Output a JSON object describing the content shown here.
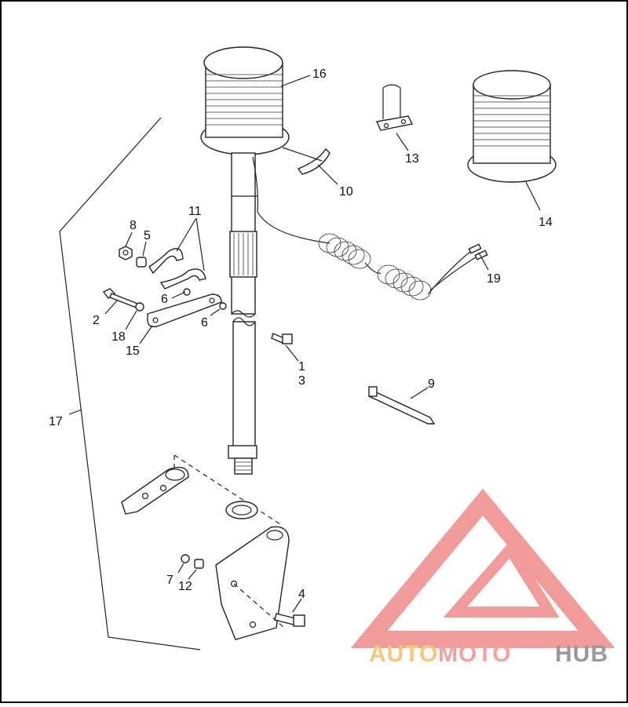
{
  "diagram": {
    "callouts": [
      {
        "id": "c16",
        "text": "16"
      },
      {
        "id": "c13",
        "text": "13"
      },
      {
        "id": "c10",
        "text": "10"
      },
      {
        "id": "c14",
        "text": "14"
      },
      {
        "id": "c11",
        "text": "11"
      },
      {
        "id": "c8",
        "text": "8"
      },
      {
        "id": "c5",
        "text": "5"
      },
      {
        "id": "c19",
        "text": "19"
      },
      {
        "id": "c6a",
        "text": "6"
      },
      {
        "id": "c2",
        "text": "2"
      },
      {
        "id": "c6b",
        "text": "6"
      },
      {
        "id": "c18",
        "text": "18"
      },
      {
        "id": "c15",
        "text": "15"
      },
      {
        "id": "c1",
        "text": "1"
      },
      {
        "id": "c3",
        "text": "3"
      },
      {
        "id": "c9",
        "text": "9"
      },
      {
        "id": "c17",
        "text": "17"
      },
      {
        "id": "c7",
        "text": "7"
      },
      {
        "id": "c12",
        "text": "12"
      },
      {
        "id": "c4",
        "text": "4"
      }
    ]
  },
  "watermark": {
    "part1": "AUTO",
    "part2": "MOTO",
    "part3": "HUB",
    "colors": {
      "auto": "#f5c77a",
      "moto": "#f3a1a1",
      "hub": "#9a9a9a",
      "triangle": "#f08a8a"
    }
  }
}
